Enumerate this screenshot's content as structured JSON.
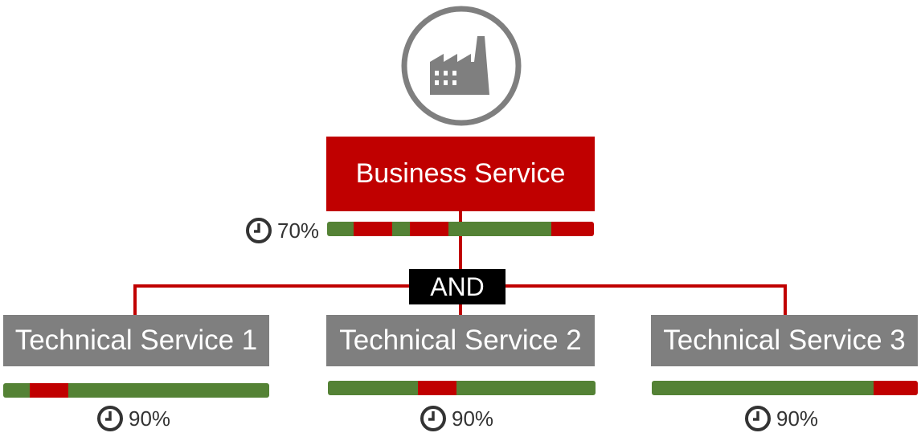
{
  "colors": {
    "red": "#c00000",
    "green": "#548235",
    "gray": "#7f7f7f",
    "dark": "#333333"
  },
  "icon": "factory-icon",
  "business": {
    "label": "Business Service",
    "availability": "70%",
    "timeline": [
      {
        "state": "up",
        "frac": 0.1
      },
      {
        "state": "down",
        "frac": 0.145
      },
      {
        "state": "up",
        "frac": 0.065
      },
      {
        "state": "down",
        "frac": 0.145
      },
      {
        "state": "up",
        "frac": 0.385
      },
      {
        "state": "down",
        "frac": 0.16
      }
    ]
  },
  "operator": "AND",
  "technical": [
    {
      "label": "Technical Service 1",
      "availability": "90%",
      "timeline": [
        {
          "state": "up",
          "frac": 0.1
        },
        {
          "state": "down",
          "frac": 0.145
        },
        {
          "state": "up",
          "frac": 0.755
        }
      ]
    },
    {
      "label": "Technical Service 2",
      "availability": "90%",
      "timeline": [
        {
          "state": "up",
          "frac": 0.335
        },
        {
          "state": "down",
          "frac": 0.145
        },
        {
          "state": "up",
          "frac": 0.52
        }
      ]
    },
    {
      "label": "Technical Service 3",
      "availability": "90%",
      "timeline": [
        {
          "state": "up",
          "frac": 0.835
        },
        {
          "state": "down",
          "frac": 0.165
        }
      ]
    }
  ]
}
